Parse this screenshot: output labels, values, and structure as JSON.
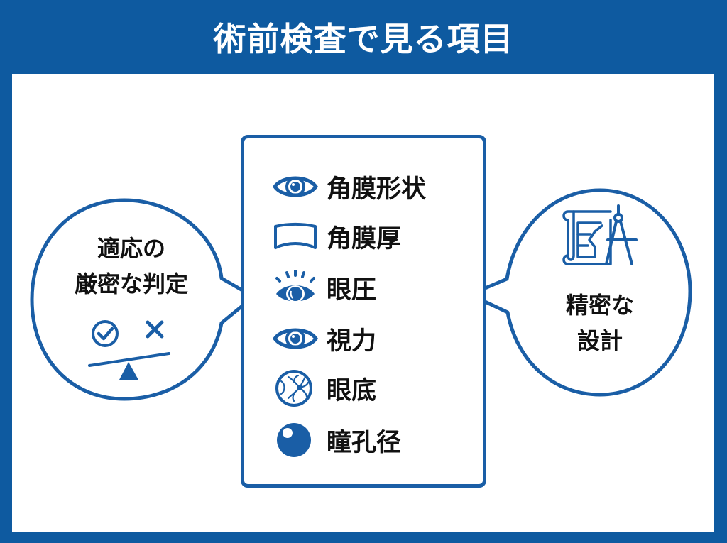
{
  "header": {
    "title": "術前検査で見る項目"
  },
  "colors": {
    "frame": "#0e5aa0",
    "accent": "#1a5ea6",
    "text": "#111111",
    "panel": "#ffffff"
  },
  "center_list": {
    "items": [
      {
        "label": "角膜形状",
        "icon": "eye-icon"
      },
      {
        "label": "角膜厚",
        "icon": "cornea-curve-icon"
      },
      {
        "label": "眼圧",
        "icon": "eye-with-lashes-icon"
      },
      {
        "label": "視力",
        "icon": "eye-icon"
      },
      {
        "label": "眼底",
        "icon": "retina-fundus-icon"
      },
      {
        "label": "瞳孔径",
        "icon": "pupil-circle-icon"
      }
    ]
  },
  "left_bubble": {
    "line1": "適応の",
    "line2": "厳密な判定",
    "icons": [
      "check-circle-icon",
      "cross-icon",
      "balance-scale-icon"
    ]
  },
  "right_bubble": {
    "line1": "精密な",
    "line2": "設計",
    "icons": [
      "blueprint-compass-icon"
    ]
  }
}
